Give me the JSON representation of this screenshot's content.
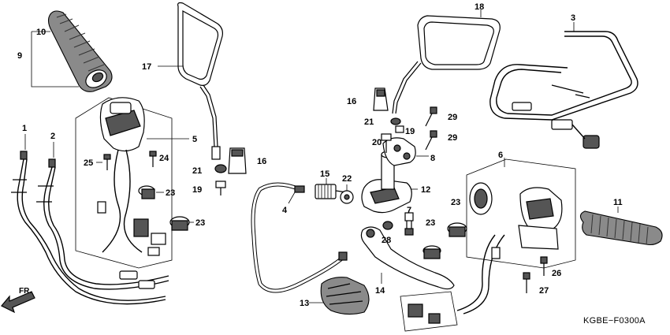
{
  "diagram": {
    "code": "KGBE−F0300A",
    "direction_label": "FR.",
    "callouts": {
      "c1": "1",
      "c2": "2",
      "c3": "3",
      "c4": "4",
      "c5": "5",
      "c6": "6",
      "c7": "7",
      "c8": "8",
      "c9": "9",
      "c10": "10",
      "c11": "11",
      "c12": "12",
      "c13": "13",
      "c14": "14",
      "c15": "15",
      "c16a": "16",
      "c16b": "16",
      "c17": "17",
      "c18": "18",
      "c19a": "19",
      "c19b": "19",
      "c20": "20",
      "c21a": "21",
      "c21b": "21",
      "c22": "22",
      "c23a": "23",
      "c23b": "23",
      "c23c": "23",
      "c24": "24",
      "c25": "25",
      "c26": "26",
      "c27": "27",
      "c28": "28",
      "c29a": "29",
      "c29b": "29"
    }
  }
}
